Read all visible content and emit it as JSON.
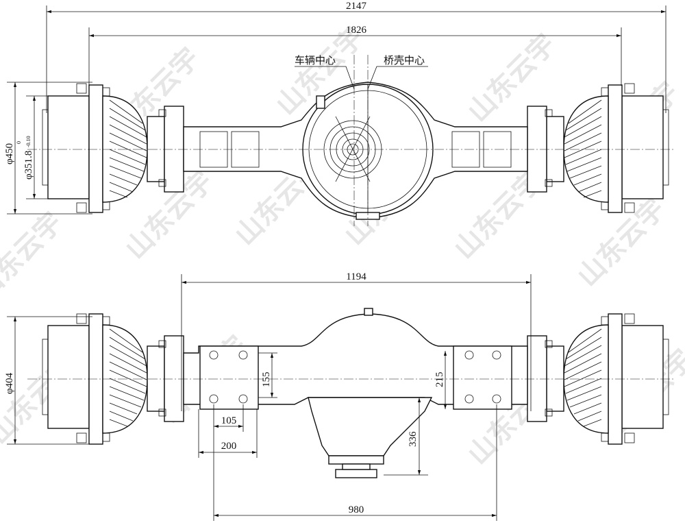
{
  "watermark": "山东云宇",
  "top_view": {
    "dims": {
      "overall_length": "2147",
      "flange_spacing": "1826",
      "hub_diameter": "φ450",
      "pilot_diameter": "φ351.8",
      "pilot_tol_upper": "0",
      "pilot_tol_lower": "-0.10"
    },
    "labels": {
      "vehicle_center": "车辆中心",
      "housing_center": "桥壳中心"
    }
  },
  "bottom_view": {
    "dims": {
      "spring_seat_span": "1194",
      "seat_height_left": "155",
      "seat_height_right": "215",
      "bolt_spacing": "105",
      "seat_width": "200",
      "reducer_depth": "336",
      "seat_center_distance": "980",
      "hub_diameter": "φ404"
    }
  }
}
